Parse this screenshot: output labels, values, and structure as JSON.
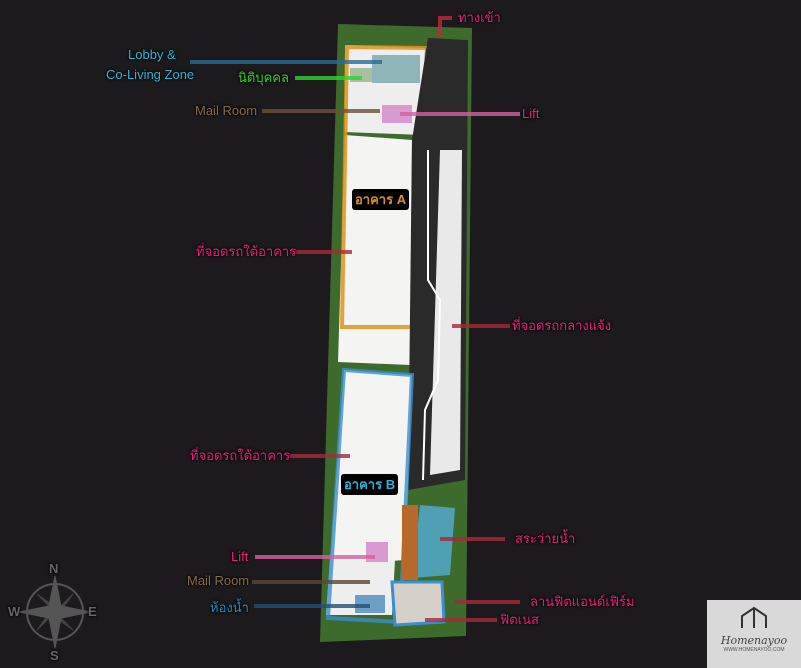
{
  "labels": {
    "entrance": "ทางเข้า",
    "lobby": "Lobby &",
    "lobby2": "Co-Living Zone",
    "juristic": "นิติบุคคล",
    "mail_room_a": "Mail Room",
    "lift_a": "Lift",
    "building_a": "อาคาร A",
    "parking_under_a": "ที่จอดรถใต้อาคาร",
    "parking_outdoor": "ที่จอดรถกลางแจ้ง",
    "parking_under_b": "ที่จอดรถใต้อาคาร",
    "building_b": "อาคาร B",
    "pool": "สระว่ายน้ำ",
    "lift_b": "Lift",
    "mail_room_b": "Mail Room",
    "restroom": "ห้องน้ำ",
    "fit_firm": "ลานฟิตแอนด์เฟิร์ม",
    "fitness": "ฟิตเนส"
  },
  "compass": {
    "n": "N",
    "s": "S",
    "e": "E",
    "w": "W"
  },
  "logo": {
    "name": "Homenayoo",
    "url": "WWW.HOMENAYOO.COM"
  },
  "colors": {
    "pink": "#e8207a",
    "cyan": "#2fb3d8",
    "green": "#2bd62b",
    "brown": "#8a6a4a",
    "orange": "#e0901a",
    "blue": "#2a86c8",
    "red": "#c0283a"
  }
}
